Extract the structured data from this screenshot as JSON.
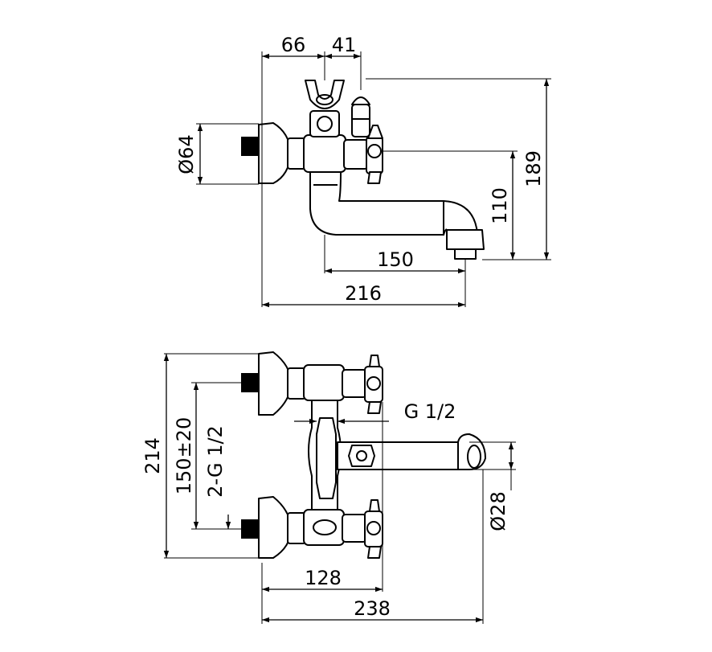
{
  "drawing": {
    "side_view": {
      "dim_66": "66",
      "dim_41": "41",
      "dim_d64": "Ø64",
      "dim_189": "189",
      "dim_110": "110",
      "dim_150": "150",
      "dim_216": "216"
    },
    "top_view": {
      "dim_214": "214",
      "dim_150_20": "150±20",
      "dim_2g12": "2-G 1/2",
      "dim_g12": "G 1/2",
      "dim_d28": "Ø28",
      "dim_128": "128",
      "dim_238": "238"
    }
  }
}
